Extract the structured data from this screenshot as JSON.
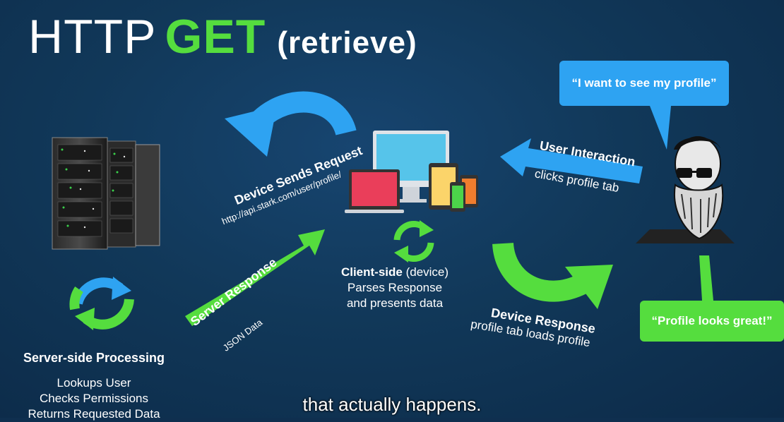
{
  "title": {
    "word1": "HTTP",
    "word2": "GET",
    "word3": "(retrieve)"
  },
  "colors": {
    "green": "#55dd3e",
    "blue": "#2ea3f2",
    "background": "#0f2f4f"
  },
  "request": {
    "label": "Device Sends Request",
    "url": "http://api.stark.com/user/profile/"
  },
  "server_response": {
    "label": "Server Response",
    "detail": "JSON Data"
  },
  "user_interaction": {
    "label": "User Interaction",
    "detail": "clicks profile tab"
  },
  "device_response": {
    "label": "Device Response",
    "detail": "profile tab loads profile"
  },
  "client": {
    "title_bold": "Client-side",
    "title_rest": " (device)",
    "lines": [
      "Parses Response",
      "and presents data"
    ]
  },
  "server": {
    "title": "Server-side Processing",
    "lines": [
      "Lookups User",
      "Checks Permissions",
      "Returns Requested Data"
    ]
  },
  "bubbles": {
    "want": "“I want to see my profile”",
    "great": "“Profile looks great!”"
  },
  "caption": "that actually happens."
}
